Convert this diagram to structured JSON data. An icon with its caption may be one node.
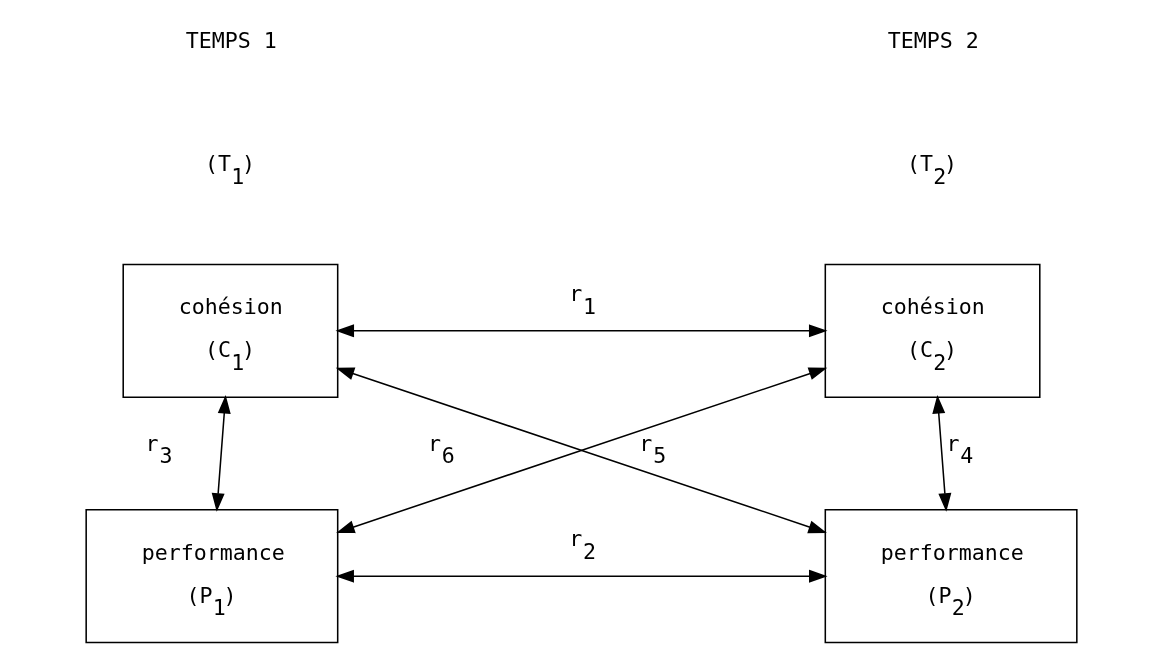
{
  "diagram": {
    "nodes": [
      {
        "text": [
          "cohésion",
          "(C$_{1}$)"
        ]
      },
      {
        "text": [
          "performance",
          "(P$_{1}$)"
        ]
      },
      {
        "text": [
          "cohésion",
          "(C$_{2}$)"
        ]
      },
      {
        "text": [
          "performance",
          "(P$_{2}$)"
        ]
      }
    ],
    "edges": [
      {
        "from": 0,
        "to": 2,
        "arrow": "both",
        "label": "r$_{1}$"
      },
      {
        "from": 1,
        "to": 3,
        "arrow": "both",
        "label": "r$_{2}$"
      },
      {
        "from": 0,
        "to": 1,
        "arrow": "both",
        "label": "r$_{3}$"
      },
      {
        "from": 2,
        "to": 3,
        "arrow": "both",
        "label": "r$_{4}$"
      },
      {
        "from": 1,
        "to": 2,
        "arrow": "both",
        "label": "r$_{5}$"
      },
      {
        "from": 0,
        "to": 3,
        "arrow": "both",
        "label": "r$_{6}$"
      }
    ],
    "labels": [
      "TEMPS 1",
      "(T$_{1}$)",
      "TEMPS 2",
      "(T$_{2}$)"
    ]
  }
}
